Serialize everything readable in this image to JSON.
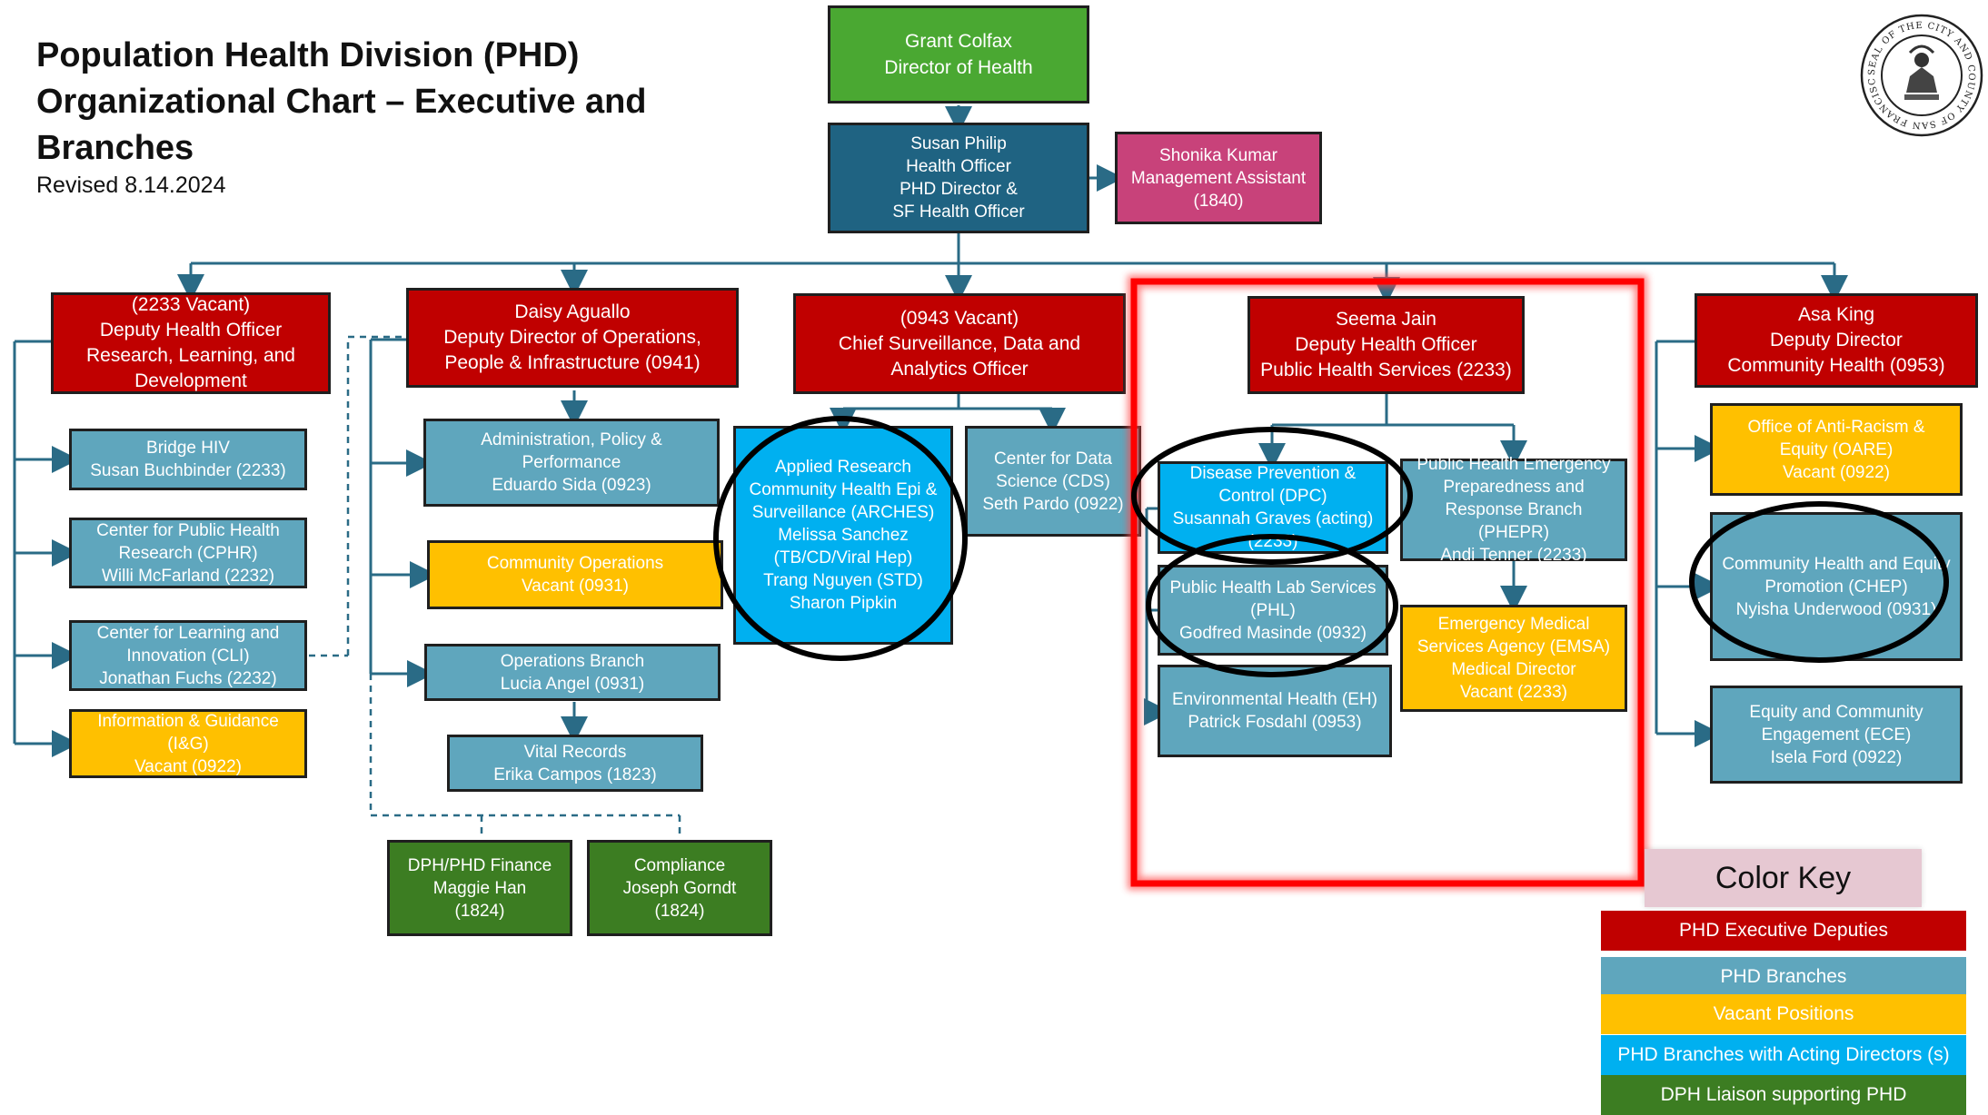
{
  "header": {
    "title": "Population Health Division (PHD) Organizational Chart – Executive and Branches",
    "revised": "Revised 8.14.2024"
  },
  "nodes": {
    "director": "Grant Colfax\nDirector of Health",
    "phd_director": "Susan Philip\nHealth Officer\nPHD Director &\nSF Health Officer",
    "mgmt_assistant": "Shonika Kumar\nManagement Assistant\n(1840)",
    "dho_research": "(2233 Vacant)\nDeputy Health Officer\nResearch, Learning, and\nDevelopment",
    "bridge_hiv": "Bridge HIV\nSusan Buchbinder (2233)",
    "cphr": "Center for Public Health\nResearch (CPHR)\nWilli McFarland (2232)",
    "cli": "Center for Learning and\nInnovation (CLI)\nJonathan Fuchs (2232)",
    "ig": "Information & Guidance\n(I&G)\nVacant (0922)",
    "dd_operations": "Daisy Aguallo\nDeputy Director of Operations,\nPeople & Infrastructure (0941)",
    "admin_policy": "Administration, Policy &\nPerformance\nEduardo Sida (0923)",
    "community_ops": "Community Operations\nVacant (0931)",
    "operations_branch": "Operations Branch\nLucia Angel (0931)",
    "vital_records": "Vital Records\nErika Campos (1823)",
    "finance": "DPH/PHD Finance\nMaggie Han\n(1824)",
    "compliance": "Compliance\nJoseph Gorndt\n(1824)",
    "chief_surveillance": "(0943 Vacant)\nChief Surveillance, Data and\nAnalytics Officer",
    "arches": "Applied Research\nCommunity Health Epi &\nSurveillance (ARCHES)\nMelissa Sanchez\n(TB/CD/Viral Hep)\nTrang Nguyen (STD)\nSharon Pipkin",
    "cds": "Center for Data\nScience (CDS)\nSeth Pardo  (0922)",
    "dho_public_health": "Seema Jain\nDeputy Health Officer\nPublic Health Services (2233)",
    "dpc": "Disease Prevention &\nControl (DPC)\nSusannah Graves (acting)\n(2233)",
    "phl": "Public Health Lab Services\n(PHL)\nGodfred Masinde (0932)",
    "eh": "Environmental Health (EH)\nPatrick Fosdahl (0953)",
    "phepr": "Public Health Emergency\nPreparedness and\nResponse Branch (PHEPR)\nAndi Tenner (2233)",
    "emsa": "Emergency Medical\nServices Agency (EMSA)\nMedical Director\nVacant (2233)",
    "dd_community": "Asa King\nDeputy Director\nCommunity Health (0953)",
    "oare": "Office of Anti-Racism &\nEquity (OARE)\nVacant (0922)",
    "chep": "Community Health and Equity\nPromotion (CHEP)\nNyisha Underwood (0931)",
    "ece": "Equity and Community\nEngagement (ECE)\nIsela Ford  (0922)"
  },
  "color_key": {
    "title": "Color Key",
    "items": [
      {
        "label": "PHD Executive Deputies",
        "color": "#c00000"
      },
      {
        "label": "PHD Branches",
        "color": "#5fa6bd"
      },
      {
        "label": "Vacant Positions",
        "color": "#ffc000"
      },
      {
        "label": "PHD Branches with Acting Directors (s)",
        "color": "#00b0f0"
      },
      {
        "label": "DPH Liaison supporting PHD",
        "color": "#3c7d22"
      }
    ]
  },
  "seal": {
    "ring_text": "SEAL OF THE CITY AND COUNTY OF SAN FRANCISCO"
  }
}
